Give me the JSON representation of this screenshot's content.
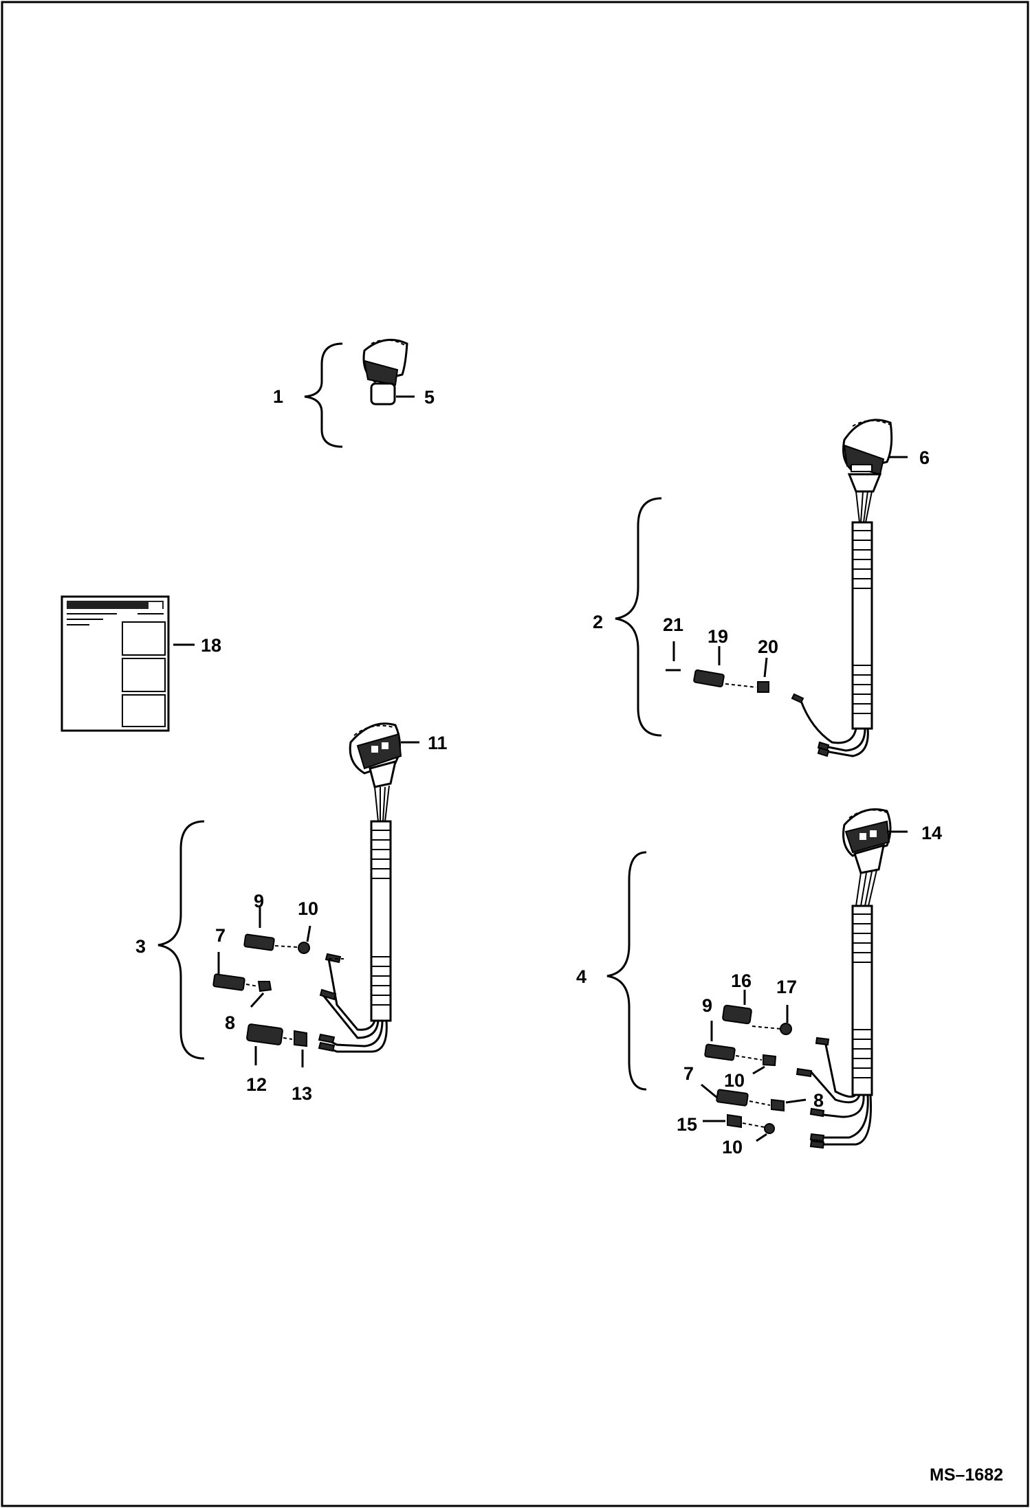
{
  "drawing_code": "MS–1682",
  "callouts": {
    "c1": "1",
    "c2": "2",
    "c3": "3",
    "c4": "4",
    "c5": "5",
    "c6": "6",
    "c7a": "7",
    "c7b": "7",
    "c8a": "8",
    "c8b": "8",
    "c9a": "9",
    "c9b": "9",
    "c10a": "10",
    "c10b": "10",
    "c10c": "10",
    "c11": "11",
    "c12": "12",
    "c13": "13",
    "c14": "14",
    "c15": "15",
    "c16": "16",
    "c17": "17",
    "c18": "18",
    "c19": "19",
    "c20": "20",
    "c21": "21"
  }
}
